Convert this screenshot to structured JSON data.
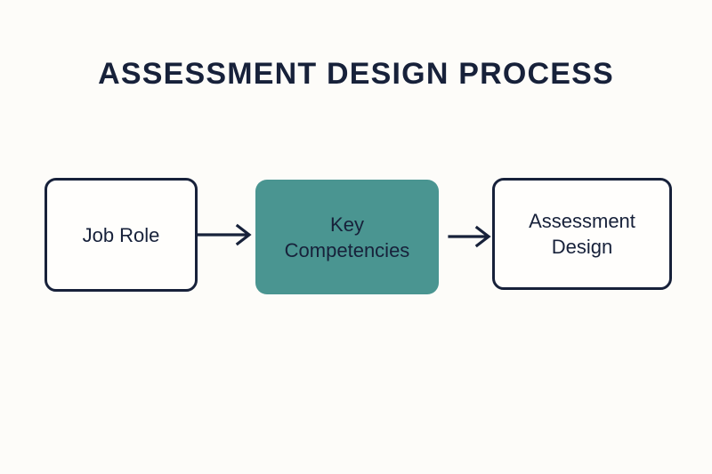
{
  "page": {
    "title": "ASSESSMENT DESIGN PROCESS",
    "background_color": "#fdfcf9",
    "text_color": "#17213a",
    "accent_color": "#4a9591"
  },
  "diagram": {
    "type": "flowchart",
    "orientation": "horizontal",
    "nodes": [
      {
        "id": "job-role",
        "label": "Job Role",
        "style": "outline",
        "fill": "#fffefc",
        "border": "#17213a"
      },
      {
        "id": "key-competencies",
        "label": "Key\nCompetencies",
        "line1": "Key",
        "line2": "Competencies",
        "style": "filled",
        "fill": "#4a9591",
        "border": "none"
      },
      {
        "id": "assessment-design",
        "label": "Assessment\nDesign",
        "line1": "Assessment",
        "line2": "Design",
        "style": "outline",
        "fill": "#fffefc",
        "border": "#17213a"
      }
    ],
    "connectors": [
      {
        "id": "arrow-1",
        "from": "job-role",
        "to": "key-competencies",
        "shape": "arrow-right"
      },
      {
        "id": "arrow-2",
        "from": "key-competencies",
        "to": "assessment-design",
        "shape": "arrow-right"
      }
    ]
  }
}
